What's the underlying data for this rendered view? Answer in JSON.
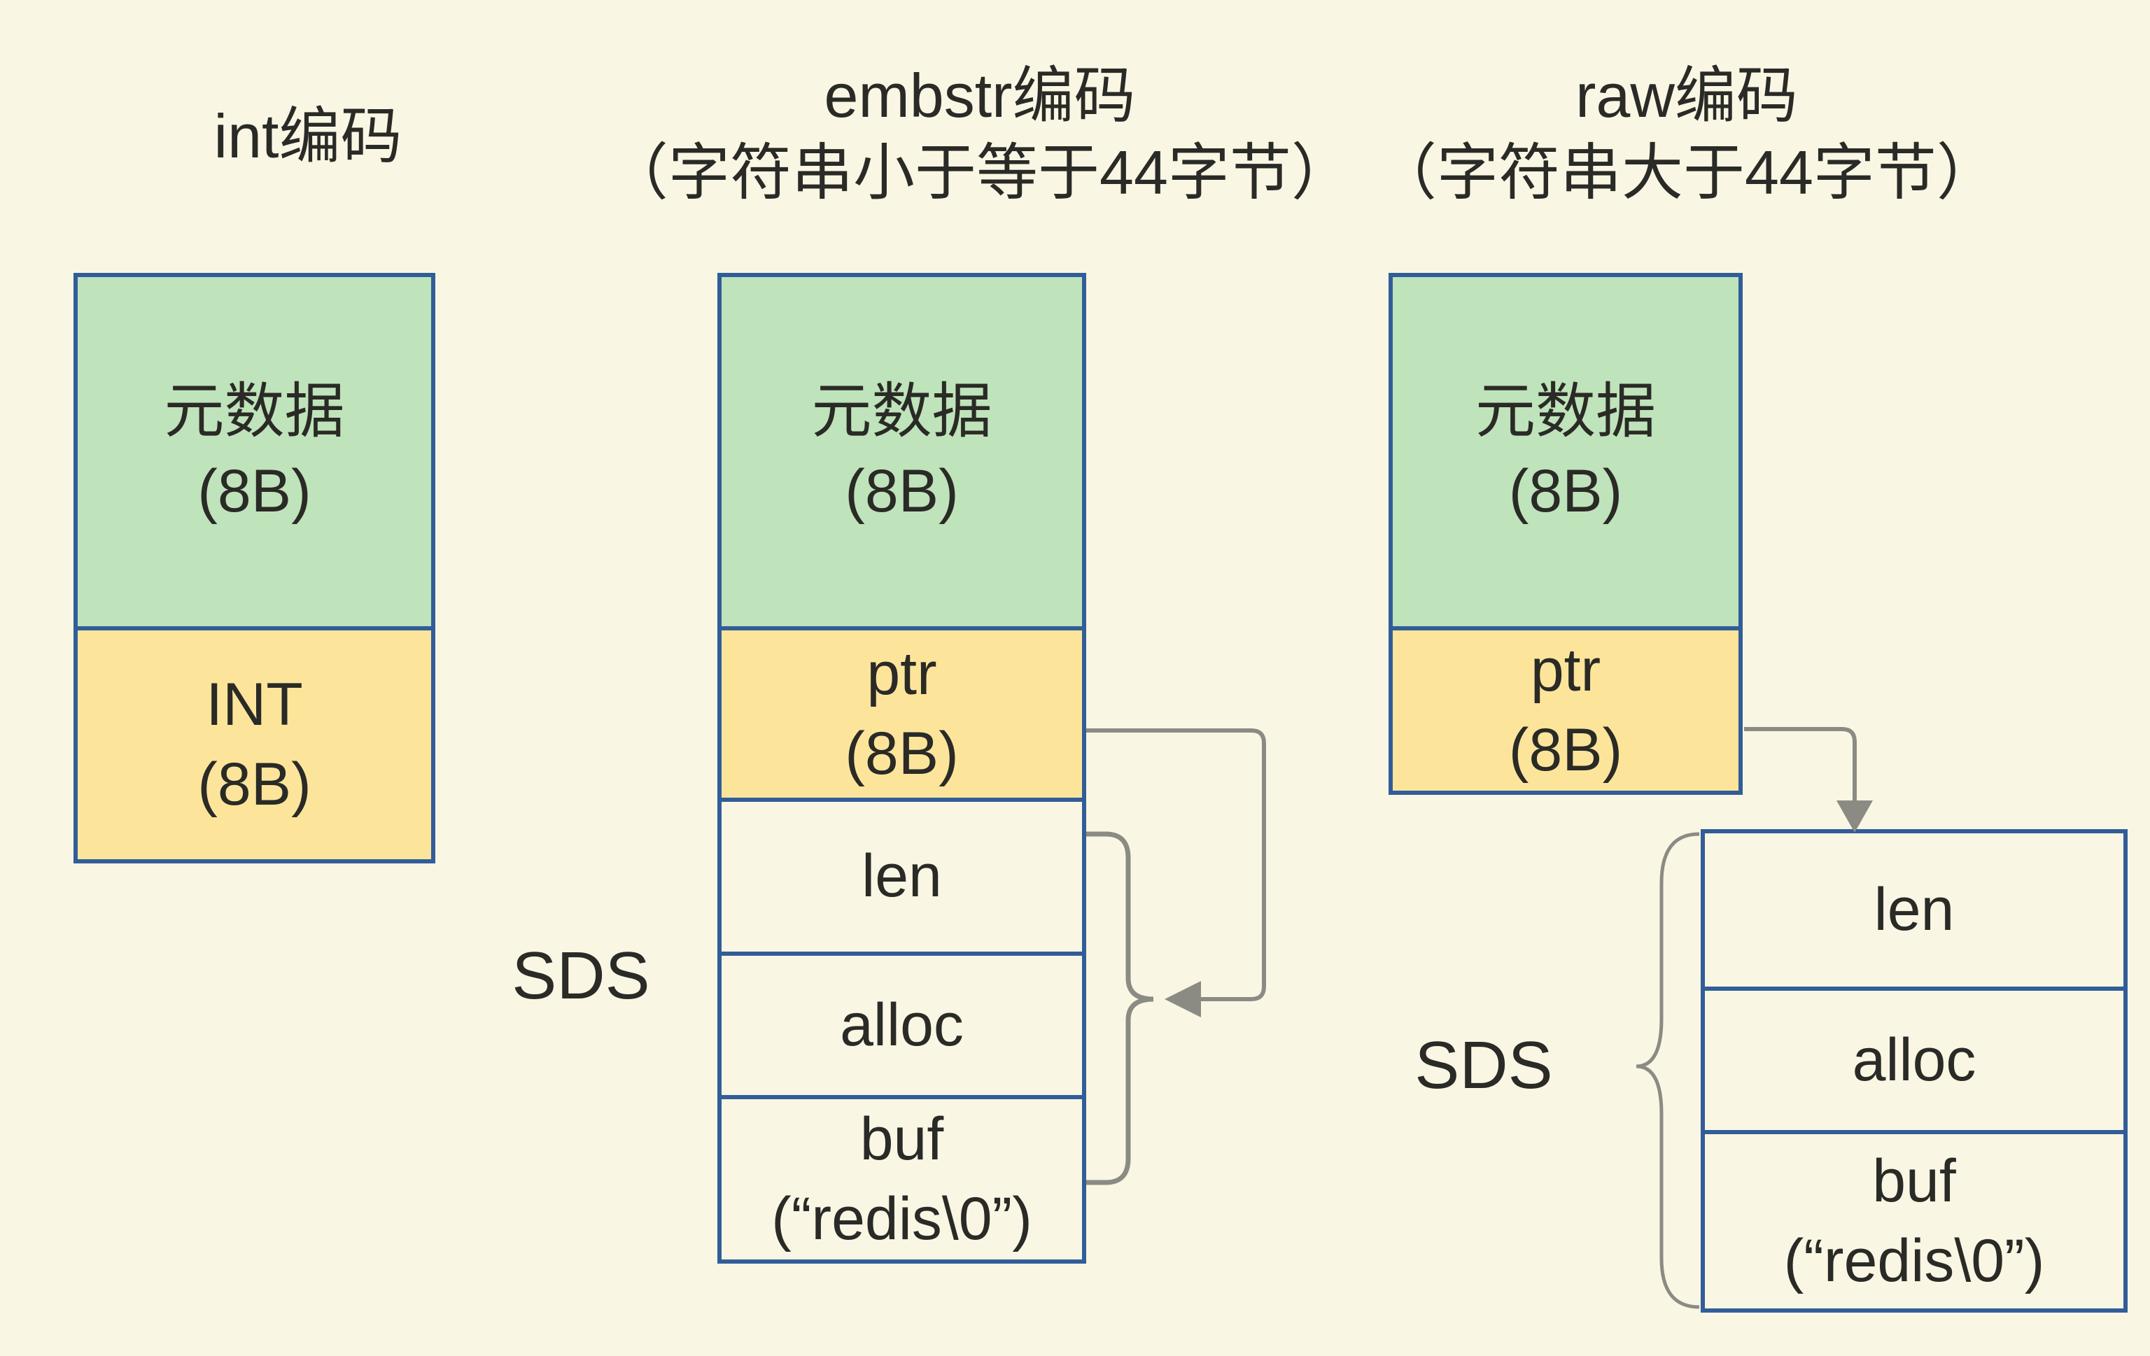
{
  "page": {
    "background": "#faf6e4"
  },
  "colors": {
    "box_border": "#315d99",
    "green_fill": "#bfe3ba",
    "yellow_fill": "#fce59b",
    "plain_fill": "#faf6e4",
    "connector": "#8b8b84",
    "text": "#2a2a26"
  },
  "columns": [
    {
      "id": "int",
      "title": [
        "int编码"
      ],
      "cells": [
        {
          "fill": "green",
          "lines": [
            "元数据",
            "(8B)"
          ]
        },
        {
          "fill": "yellow",
          "lines": [
            "INT",
            "(8B)"
          ]
        }
      ]
    },
    {
      "id": "embstr",
      "title": [
        "embstr编码",
        "（字符串小于等于44字节）"
      ],
      "cells": [
        {
          "fill": "green",
          "lines": [
            "元数据",
            "(8B)"
          ]
        },
        {
          "fill": "yellow",
          "lines": [
            "ptr",
            "(8B)"
          ]
        },
        {
          "fill": "plain",
          "lines": [
            "len"
          ]
        },
        {
          "fill": "plain",
          "lines": [
            "alloc"
          ]
        },
        {
          "fill": "plain",
          "lines": [
            "buf",
            "(“redis\\0”)"
          ]
        }
      ],
      "sds_label": "SDS"
    },
    {
      "id": "raw",
      "title": [
        "raw编码",
        "（字符串大于44字节）"
      ],
      "object_cells": [
        {
          "fill": "green",
          "lines": [
            "元数据",
            "(8B)"
          ]
        },
        {
          "fill": "yellow",
          "lines": [
            "ptr",
            "(8B)"
          ]
        }
      ],
      "sds_cells": [
        {
          "fill": "plain",
          "lines": [
            "len"
          ]
        },
        {
          "fill": "plain",
          "lines": [
            "alloc"
          ]
        },
        {
          "fill": "plain",
          "lines": [
            "buf",
            "(“redis\\0”)"
          ]
        }
      ],
      "sds_label": "SDS"
    }
  ]
}
